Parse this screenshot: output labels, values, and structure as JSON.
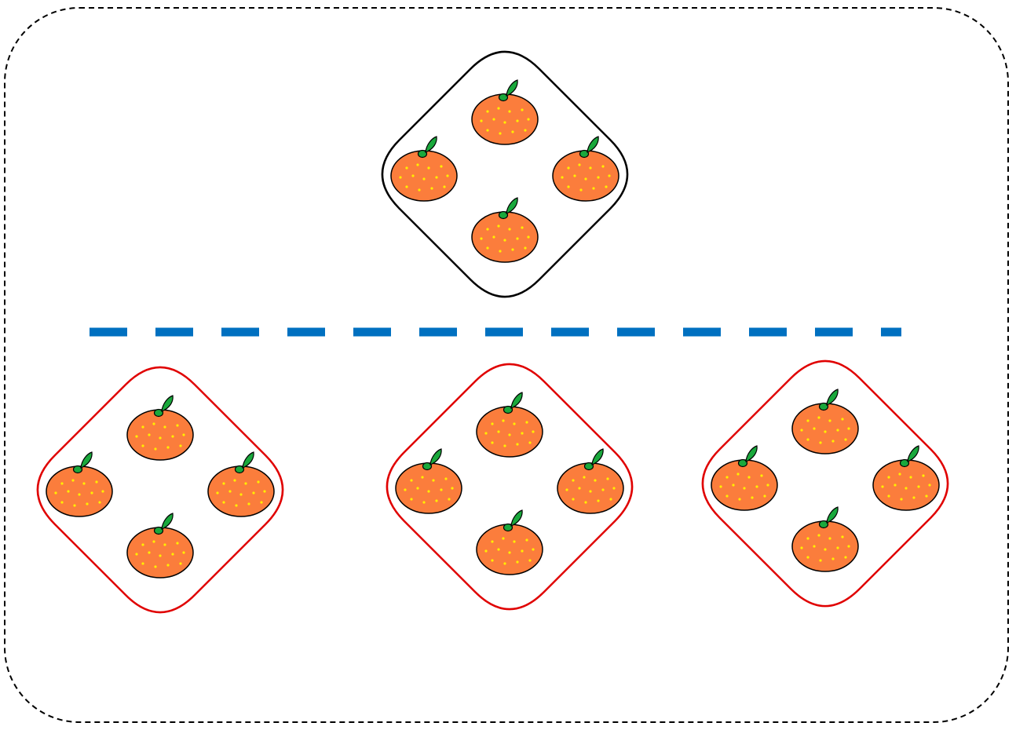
{
  "colors": {
    "outer_border": "#000000",
    "divider": "#0070c0",
    "top_group_border": "#000000",
    "bottom_group_border": "#e00000",
    "fruit_fill": "#fb7d3c",
    "fruit_outline": "#000000",
    "speckle": "#ffee00",
    "leaf": "#1aa83c",
    "stem": "#1aa83c"
  },
  "diagram": {
    "outer_frame": {
      "style": "dashed-rounded"
    },
    "divider": {
      "style": "dashed"
    },
    "top_group": {
      "fruit": "orange",
      "count": 4,
      "border": "black"
    },
    "bottom_groups": [
      {
        "fruit": "orange",
        "count": 4,
        "border": "red"
      },
      {
        "fruit": "orange",
        "count": 4,
        "border": "red"
      },
      {
        "fruit": "orange",
        "count": 4,
        "border": "red"
      }
    ]
  }
}
